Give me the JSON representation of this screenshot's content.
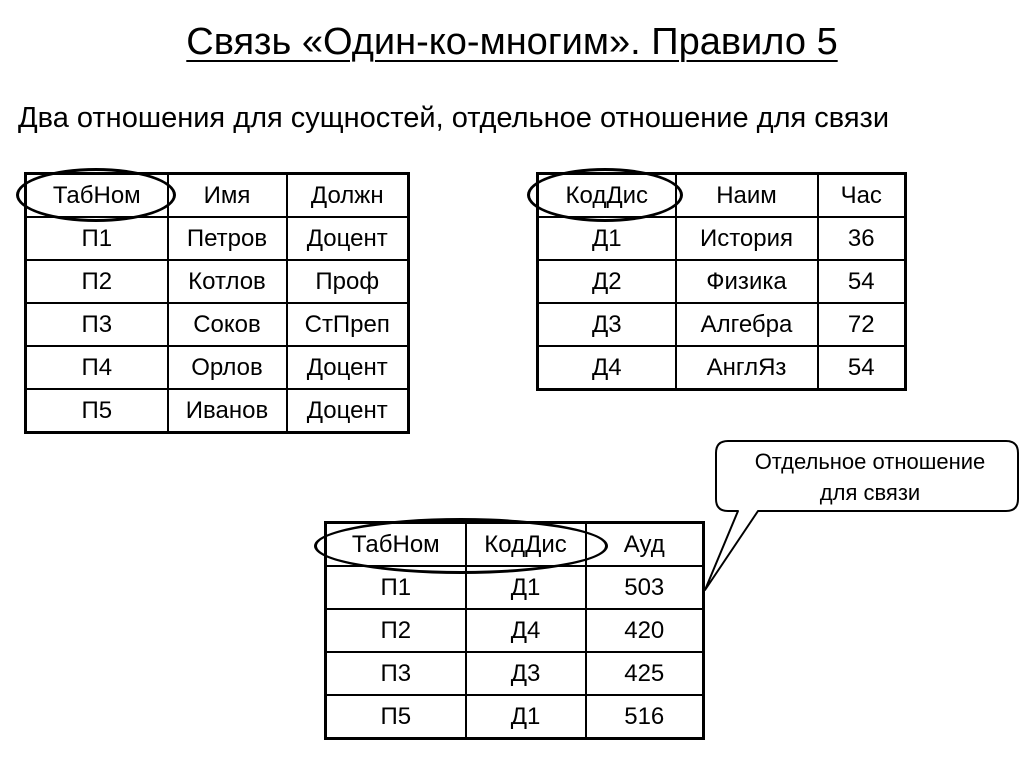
{
  "title": "Связь «Один-ко-многим». Правило 5",
  "subtitle": "Два отношения для сущностей, отдельное отношение для связи",
  "teachers": {
    "columns": [
      "ТабНом",
      "Имя",
      "Должн"
    ],
    "rows": [
      [
        "П1",
        "Петров",
        "Доцент"
      ],
      [
        "П2",
        "Котлов",
        "Проф"
      ],
      [
        "П3",
        "Соков",
        "СтПреп"
      ],
      [
        "П4",
        "Орлов",
        "Доцент"
      ],
      [
        "П5",
        "Иванов",
        "Доцент"
      ]
    ]
  },
  "disciplines": {
    "columns": [
      "КодДис",
      "Наим",
      "Час"
    ],
    "rows": [
      [
        "Д1",
        "История",
        "36"
      ],
      [
        "Д2",
        "Физика",
        "54"
      ],
      [
        "Д3",
        "Алгебра",
        "72"
      ],
      [
        "Д4",
        "АнглЯз",
        "54"
      ]
    ]
  },
  "link": {
    "columns": [
      "ТабНом",
      "КодДис",
      "Ауд"
    ],
    "rows": [
      [
        "П1",
        "Д1",
        "503"
      ],
      [
        "П2",
        "Д4",
        "420"
      ],
      [
        "П3",
        "Д3",
        "425"
      ],
      [
        "П5",
        "Д1",
        "516"
      ]
    ]
  },
  "callout": {
    "line1": "Отдельное отношение",
    "line2": "для связи"
  }
}
